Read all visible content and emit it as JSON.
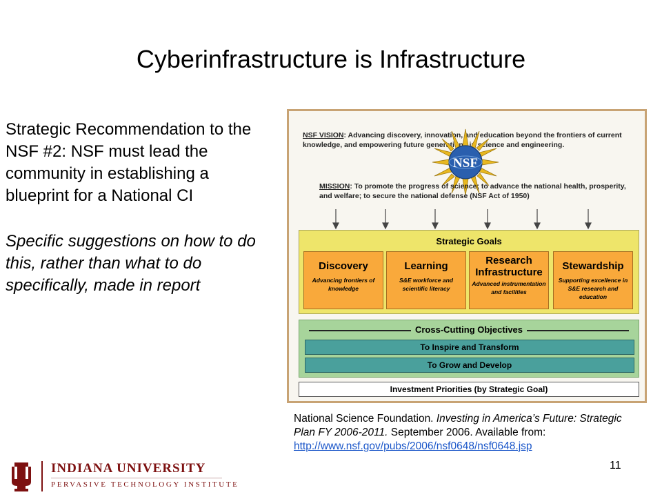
{
  "slide": {
    "title": "Cyberinfrastructure is Infrastructure",
    "page_number": "11"
  },
  "left": {
    "recommendation": "Strategic Recommendation to the NSF #2: NSF must lead the community in establishing a blueprint for a National CI",
    "suggestion": "Specific suggestions on how to do this, rather than what to do specifically, made in report"
  },
  "figure": {
    "vision_label": "NSF VISION",
    "vision_text": ": Advancing discovery, innovation, and education beyond the frontiers of current knowledge, and empowering future generations in science and engineering.",
    "mission_label": "MISSION",
    "mission_text": ": To promote the progress of science; to advance the national health, prosperity, and welfare; to secure the national defense (NSF Act of 1950)",
    "logo_text": "NSF",
    "strategic_goals_title": "Strategic Goals",
    "goals": [
      {
        "name": "Discovery",
        "desc": "Advancing frontiers of knowledge"
      },
      {
        "name": "Learning",
        "desc": "S&E workforce and scientific literacy"
      },
      {
        "name": "Research Infrastructure",
        "desc": "Advanced instrumentation and facilities"
      },
      {
        "name": "Stewardship",
        "desc": "Supporting excellence in S&E research and education"
      }
    ],
    "cross_cutting_title": "Cross-Cutting Objectives",
    "objectives": [
      "To Inspire and Transform",
      "To Grow and Develop"
    ],
    "investment_priorities": "Investment Priorities (by Strategic Goal)"
  },
  "citation": {
    "prefix": "National Science Foundation. ",
    "title": "Investing in America’s Future: Strategic Plan FY 2006-2011.",
    "suffix": " September 2006.  Available from: ",
    "link": "http://www.nsf.gov/pubs/2006/nsf0648/nsf0648.jsp"
  },
  "footer": {
    "university": "INDIANA UNIVERSITY",
    "institute": "PERVASIVE TECHNOLOGY INSTITUTE"
  },
  "colors": {
    "goals_bg": "#eee56a",
    "goal_box": "#f9a93b",
    "cross_bg": "#a7d49b",
    "objective_bar": "#4aa09c",
    "iu_crimson": "#7d1010",
    "frame": "#c8a374"
  }
}
